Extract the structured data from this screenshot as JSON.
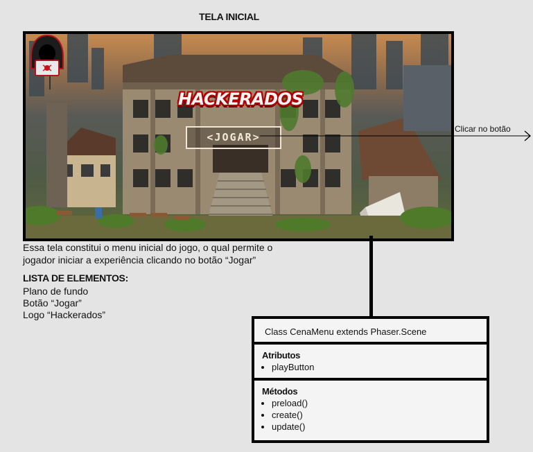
{
  "screen": {
    "title": "TELA INICIAL",
    "background_name": "abandoned-building-pixel-art",
    "logo": {
      "text": "HACKERADOS",
      "icon": "hacker-hoodie-icon",
      "color": "#c8141c"
    },
    "play_button": {
      "label": "<JOGAR>"
    }
  },
  "annotation": {
    "arrow_label": "Clicar no botão"
  },
  "description": "Essa tela constitui o menu inicial do jogo, o qual permite o jogador iniciar a experiência clicando no botão “Jogar”",
  "elements": {
    "title": "LISTA DE ELEMENTOS:",
    "items": [
      "Plano de fundo",
      "Botão “Jogar”",
      "Logo “Hackerados”"
    ]
  },
  "class_box": {
    "header": "Class CenaMenu extends Phaser.Scene",
    "attributes_title": "Atributos",
    "attributes": [
      "playButton"
    ],
    "methods_title": "Métodos",
    "methods": [
      "preload()",
      "create()",
      "update()"
    ]
  }
}
